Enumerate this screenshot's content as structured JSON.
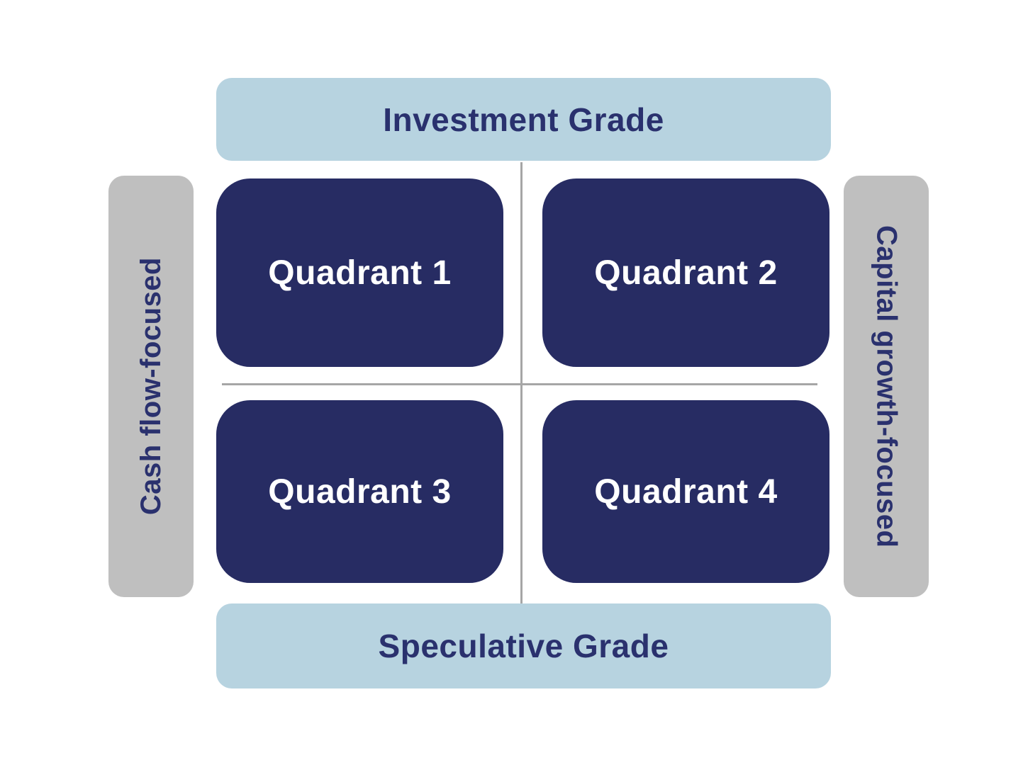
{
  "diagram": {
    "axes": {
      "top": "Investment Grade",
      "bottom": "Speculative Grade",
      "left": "Cash flow-focused",
      "right": "Capital growth-focused"
    },
    "quadrants": [
      {
        "label": "Quadrant 1"
      },
      {
        "label": "Quadrant 2"
      },
      {
        "label": "Quadrant 3"
      },
      {
        "label": "Quadrant 4"
      }
    ],
    "colors": {
      "axis_banner_blue": "#b7d3e0",
      "axis_banner_gray": "#bfbfbf",
      "quadrant_fill": "#272c63",
      "label_navy": "#2a316e",
      "divider_gray": "#a6a6a6",
      "quadrant_text": "#ffffff",
      "background": "#ffffff"
    }
  }
}
